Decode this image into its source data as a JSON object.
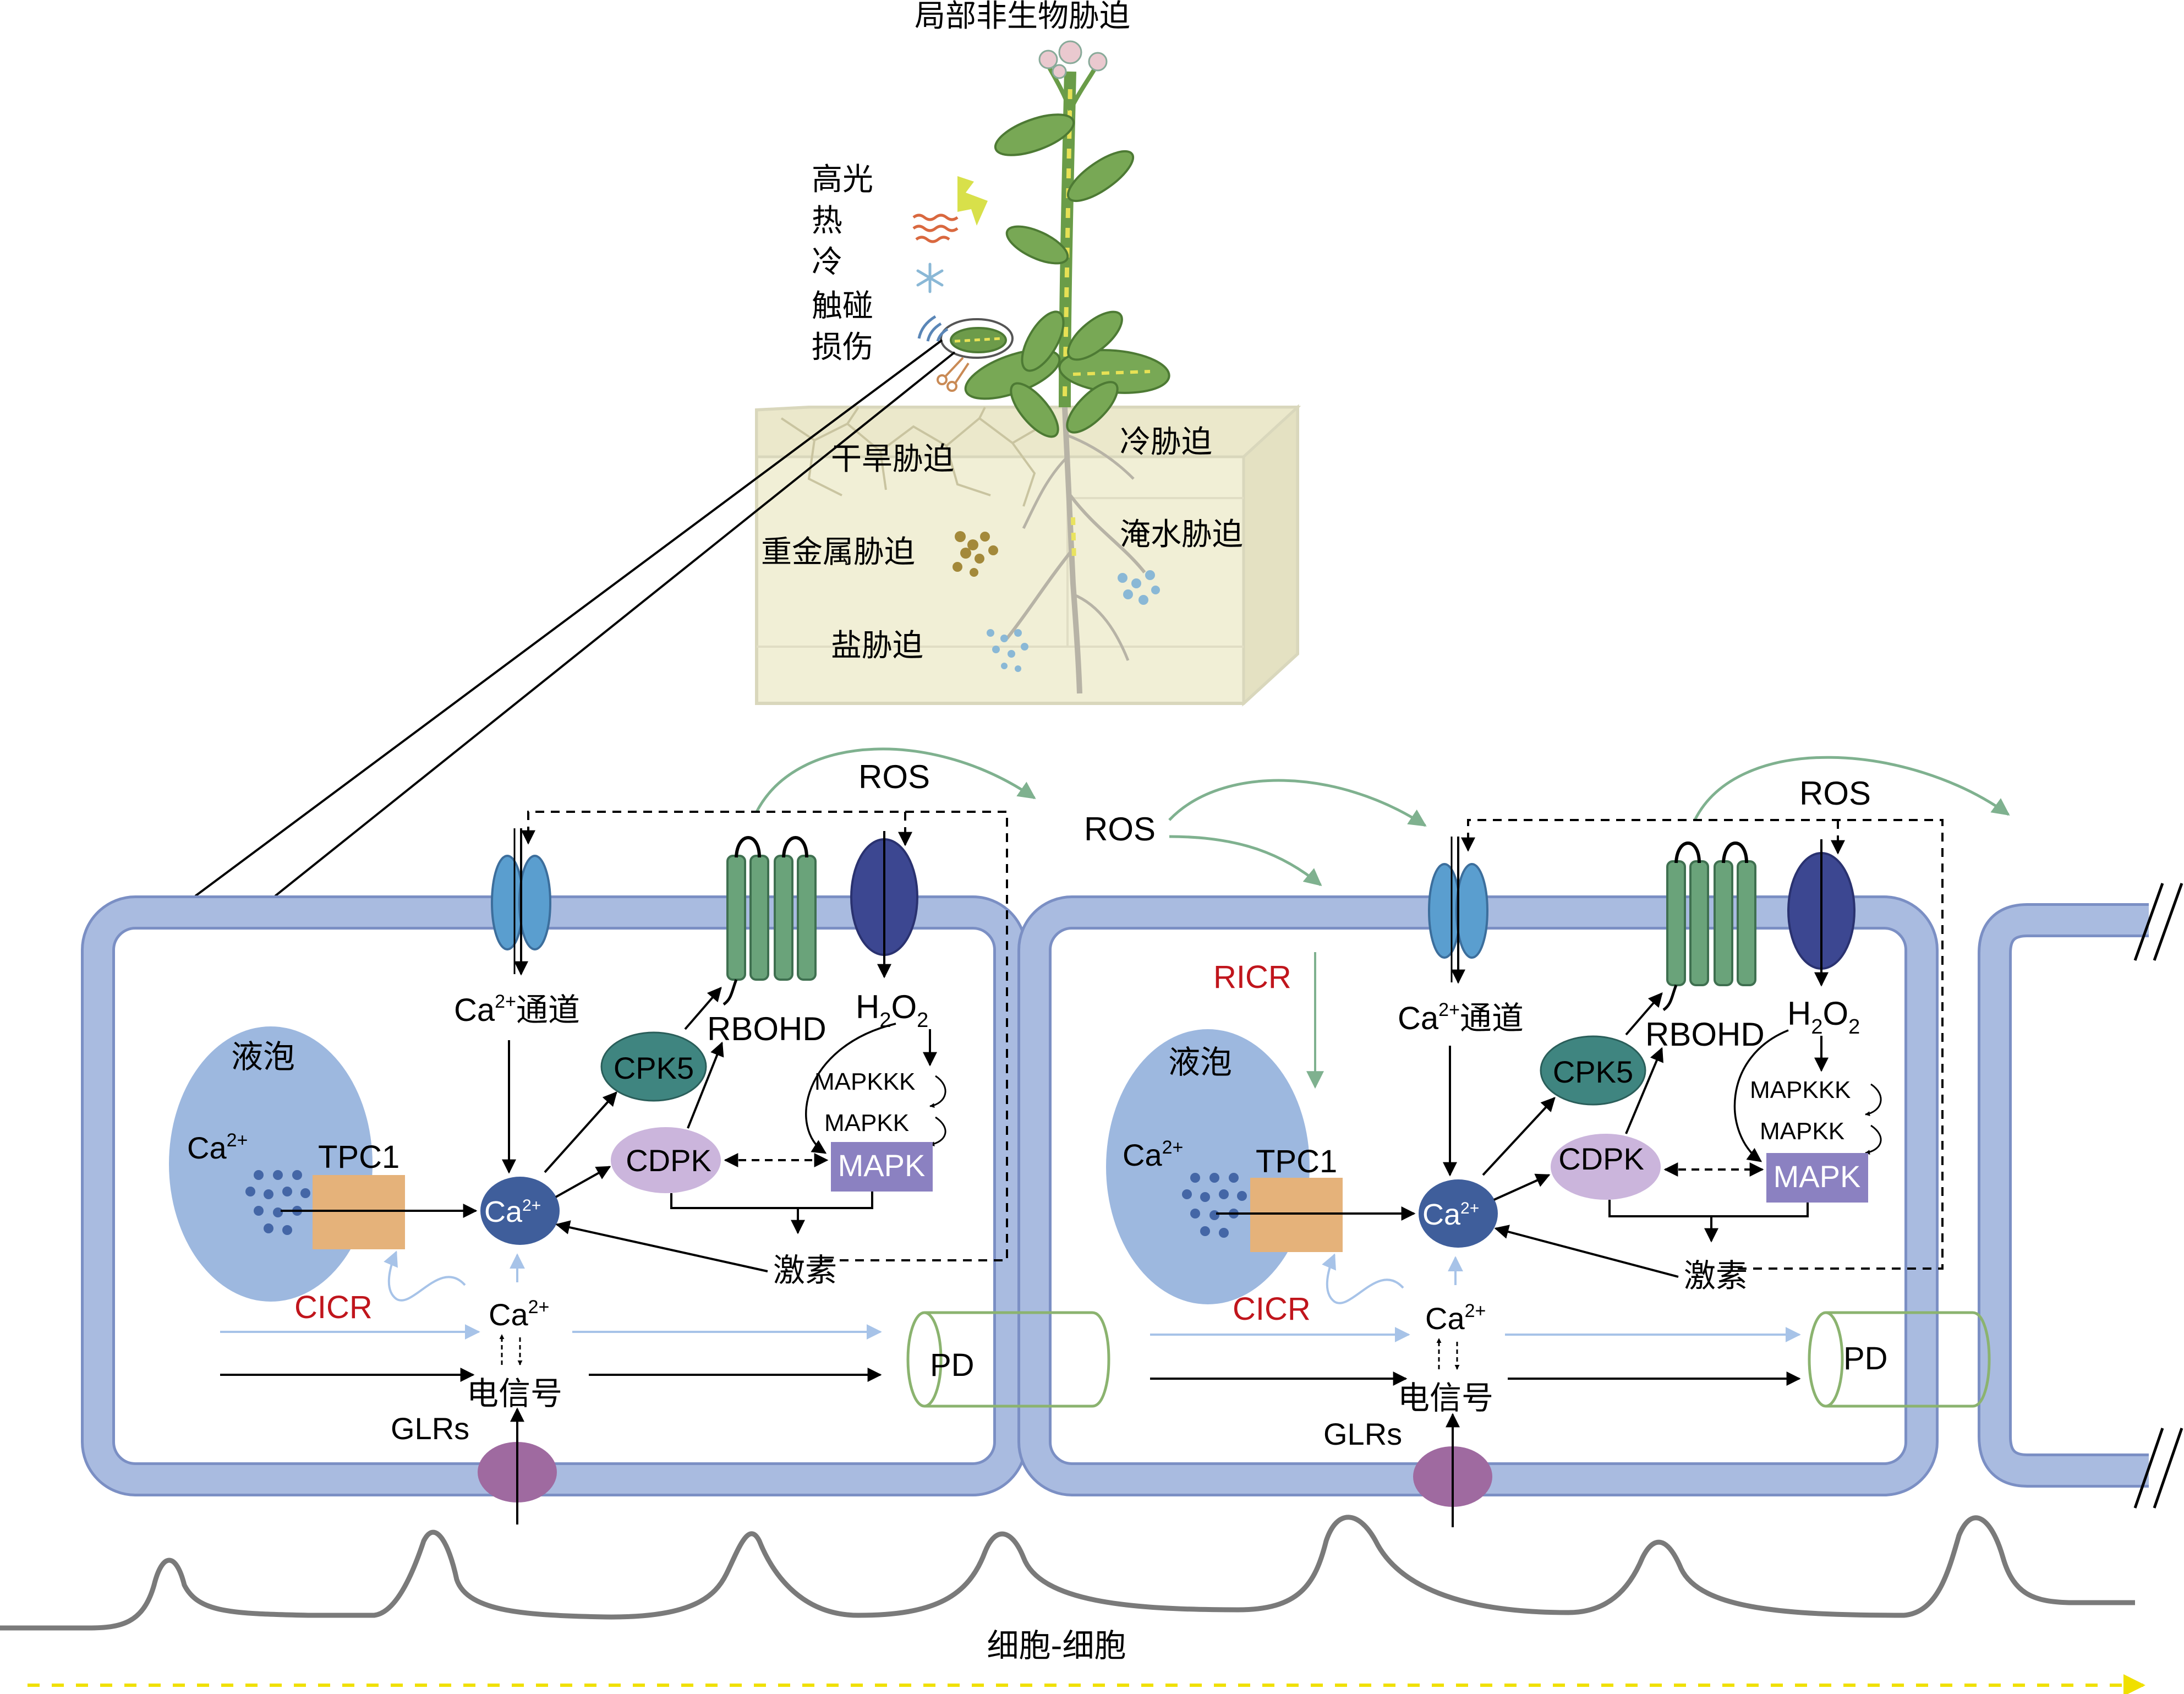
{
  "plant": {
    "title": "局部非生物胁迫",
    "stimuli": {
      "high_light": "高光",
      "heat": "热",
      "cold": "冷",
      "touch": "触碰",
      "wound": "损伤"
    },
    "soil": {
      "drought": "干旱胁迫",
      "cold": "冷胁迫",
      "heavy_metal": "重金属胁迫",
      "flooding": "淹水胁迫",
      "salt": "盐胁迫"
    }
  },
  "cell1": {
    "ros": "ROS",
    "ca_channel_sup": "2+",
    "ca_channel_suffix": "通道",
    "rbohd": "RBOHD",
    "h2o2_sub": "2",
    "cpk5": "CPK5",
    "mapkkk": "MAPKKK",
    "mapkk": "MAPKK",
    "mapk": "MAPK",
    "cdpk": "CDPK",
    "vacuole": "液泡",
    "vac_ca_sup": "2+",
    "tpc1": "TPC1",
    "ca_center_sup": "2+",
    "cicr": "CICR",
    "hormone": "激素",
    "ca_lower_sup": "2+",
    "electric": "电信号",
    "glrs": "GLRs",
    "pd": "PD"
  },
  "middle_ros": "ROS",
  "cell2": {
    "ros": "ROS",
    "ricr": "RICR",
    "ca_channel_sup": "2+",
    "ca_channel_suffix": "通道",
    "rbohd": "RBOHD",
    "h2o2_sub": "2",
    "cpk5": "CPK5",
    "mapkkk": "MAPKKK",
    "mapkk": "MAPKK",
    "mapk": "MAPK",
    "cdpk": "CDPK",
    "vacuole": "液泡",
    "vac_ca_sup": "2+",
    "tpc1": "TPC1",
    "ca_center_sup": "2+",
    "cicr": "CICR",
    "hormone": "激素",
    "ca_lower_sup": "2+",
    "electric": "电信号",
    "glrs": "GLRs",
    "pd": "PD"
  },
  "bottom_label": "细胞-细胞",
  "colors": {
    "membrane": "#a9bbe0",
    "membrane_stroke": "#7b8fc4",
    "vacuole": "#9db8df",
    "ca_dot": "#4466a6",
    "ca_blob": "#3f5e9b",
    "channel": "#5a9ecf",
    "rbohd": "#6aa37a",
    "ros_sensor": "#3c4791",
    "cpk5": "#3f8580",
    "cdpk": "#cbb5dc",
    "mapk": "#8b81c1",
    "tpc1": "#e5b27a",
    "glrs": "#9f6aa0",
    "pd": "#8bb36f",
    "red_text": "#c0151c",
    "green_arrow": "#7fb18f",
    "blue_arrow": "#a7c3e8",
    "soil_box": "#f1efd6",
    "yellow_dash": "#f0e000",
    "waveform": "#7a7a7a"
  }
}
